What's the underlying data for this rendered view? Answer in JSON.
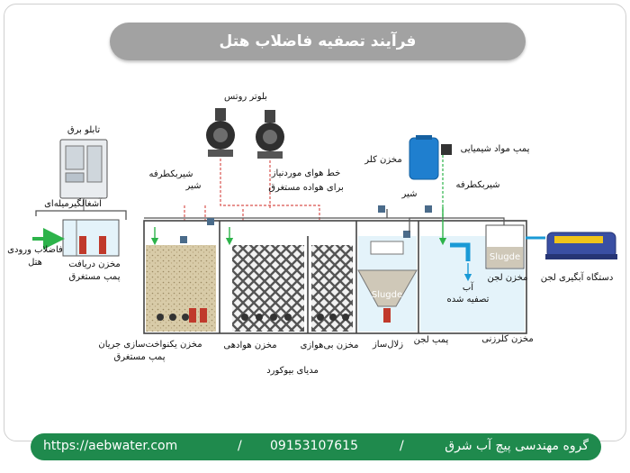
{
  "title": "فرآیند تصفیه فاضلاب هتل",
  "labels": {
    "blower": "بلوتر روتس",
    "panel": "تابلو برق",
    "air_line_1": "خط هوای موردنیاز",
    "air_line_2": "برای هواده مستغرق",
    "chlorine_tank": "مخزن کلر",
    "chem_pump": "پمپ مواد شیمیایی",
    "check_valve_left": "شیربکطرفه",
    "valve_left": "شیر",
    "valve_right": "شیر",
    "check_valve_right": "شیربکطرفه",
    "grease_trap": "آشغالگیرمیله‌ای",
    "inlet_1": "فاضلاب ورودی",
    "inlet_2": "هتل",
    "receiving_1": "مخزن دریافت",
    "receiving_2": "پمپ مستغرق",
    "sludge_tank": "مخزن لجن",
    "belt_press": "دستگاه آبگیری لجن",
    "sludge_text_1": "Slugde",
    "sludge_text_2": "Slugde",
    "treated_1": "آب",
    "treated_2": "تصفیه شده",
    "equalization_1": "مخزن یکنواخت‌سازی جریان",
    "equalization_2": "پمپ مستغرق",
    "aeration": "مخزن هوادهی",
    "anoxic": "مخزن بی‌هوازی",
    "clarifier": "زلال‌ساز",
    "sludge_pump": "پمپ لجن",
    "chlorination": "مخزن کلرزنی",
    "biomedia": "مدیای بیوکورد"
  },
  "footer": {
    "company": "گروه مهندسی پیچ آب شرق",
    "phone": "09153107615",
    "website": "https://aebwater.com",
    "separator": "/"
  },
  "colors": {
    "title_bg": "#a2a2a2",
    "footer_bg": "#1f8a4d",
    "air_line": "#d9534f",
    "flow_arrow": "#2db34a",
    "water": "#e4f3fa"
  }
}
